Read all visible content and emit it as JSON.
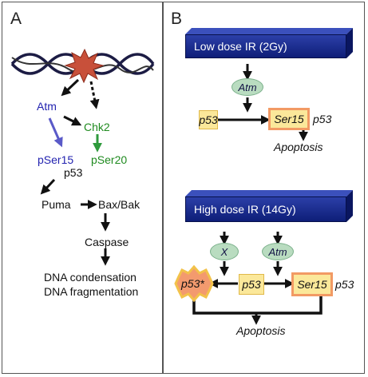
{
  "panel_a": {
    "label": "A",
    "atm": "Atm",
    "chk2": "Chk2",
    "pser15": "pSer15",
    "pser20": "pSer20",
    "p53": "p53",
    "puma": "Puma",
    "baxbak": "Bax/Bak",
    "caspase": "Caspase",
    "dna_condensation": "DNA condensation",
    "dna_fragmentation": "DNA fragmentation"
  },
  "panel_b": {
    "label": "B",
    "low": {
      "banner": "Low dose IR (2Gy)",
      "atm": "Atm",
      "p53": "p53",
      "ser15": "Ser15",
      "p53_after": "p53",
      "apoptosis": "Apoptosis"
    },
    "high": {
      "banner": "High dose IR (14Gy)",
      "x": "X",
      "atm": "Atm",
      "p53_star": "p53*",
      "p53": "p53",
      "ser15": "Ser15",
      "p53_after": "p53",
      "apoptosis": "Apoptosis"
    }
  },
  "colors": {
    "atm_blue": "#2323b0",
    "chk2_green": "#1f8a1f",
    "banner_blue": "#1a2a90",
    "box_yellow": "#fbe89a",
    "box_orange_border": "#f29a64",
    "oval_green": "#b9dcc0",
    "damage_red": "#c8503a"
  }
}
